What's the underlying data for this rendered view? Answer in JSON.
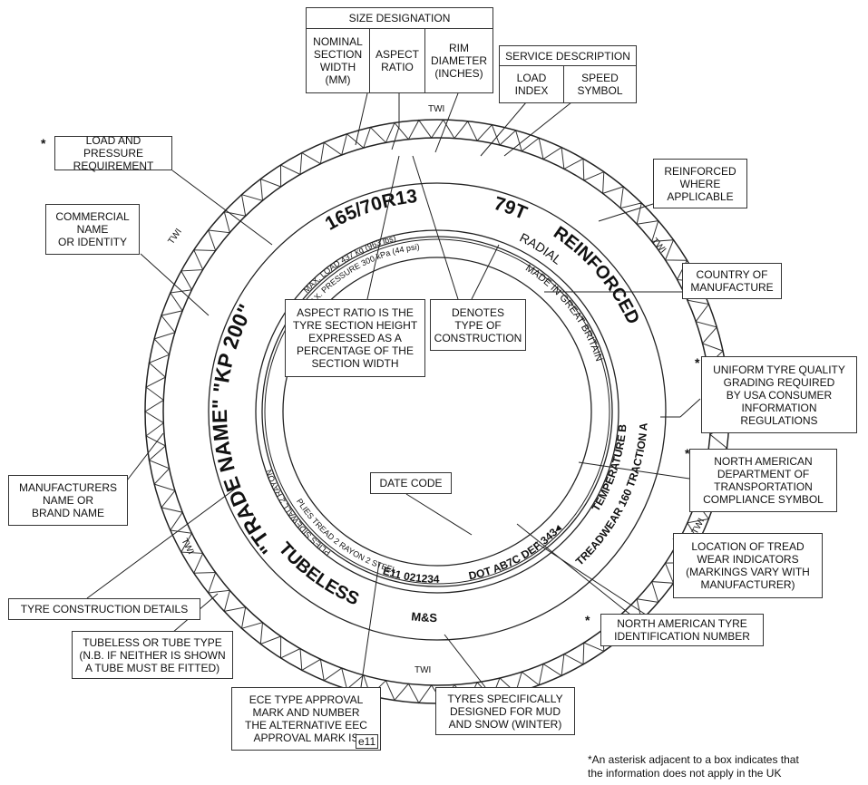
{
  "tyre_markings": {
    "size": "165/70R13",
    "service": "79T",
    "reinforced": "REINFORCED",
    "radial": "RADIAL",
    "country": "MADE IN GREAT BRITAIN",
    "max_load": "MAX. LOAD 437 kg (963 lbs)",
    "max_pressure": "MAX. PRESSURE 300 kPa (44 psi)",
    "trade_name": "\"TRADE NAME\" \"KP 200\"",
    "plies": "PLIES SIDEWALL 2 RAYON",
    "plies_tread": "PLIES TREAD 2 RAYON 2 STEEL",
    "tubeless": "TUBELESS",
    "ms": "M&S",
    "ece": "E11 021234",
    "dot": "DOT AB7C DEF 343◂",
    "treadwear": "TREADWEAR 160 TRACTION A",
    "temperature": "TEMPERATURE B",
    "twi": "TWI"
  },
  "boxes": {
    "size_designation": "SIZE DESIGNATION",
    "nominal_width": "NOMINAL\nSECTION\nWIDTH\n(MM)",
    "aspect_ratio": "ASPECT\nRATIO",
    "rim_diameter": "RIM\nDIAMETER\n(INCHES)",
    "service_description": "SERVICE DESCRIPTION",
    "load_index": "LOAD\nINDEX",
    "speed_symbol": "SPEED\nSYMBOL",
    "load_pressure": "LOAD AND PRESSURE\nREQUIREMENT",
    "commercial_name": "COMMERCIAL\nNAME\nOR IDENTITY",
    "reinforced_where": "REINFORCED\nWHERE\nAPPLICABLE",
    "country_of_manufacture": "COUNTRY OF\nMANUFACTURE",
    "aspect_ratio_note": "ASPECT RATIO IS THE\nTYRE SECTION HEIGHT\nEXPRESSED AS A\nPERCENTAGE OF THE\nSECTION WIDTH",
    "construction_type": "DENOTES\nTYPE OF\nCONSTRUCTION",
    "utqg": "UNIFORM TYRE QUALITY\nGRADING REQUIRED\nBY USA CONSUMER\nINFORMATION\nREGULATIONS",
    "dot_symbol": "NORTH AMERICAN\nDEPARTMENT OF\nTRANSPORTATION\nCOMPLIANCE SYMBOL",
    "manufacturer_name": "MANUFACTURERS\nNAME OR\nBRAND NAME",
    "date_code": "DATE CODE",
    "tread_wear": "LOCATION OF TREAD\nWEAR INDICATORS\n(MARKINGS VARY WITH\nMANUFACTURER)",
    "construction_details": "TYRE CONSTRUCTION DETAILS",
    "tubeless_or_tube": "TUBELESS OR TUBE TYPE\n(N.B. IF NEITHER IS SHOWN\nA TUBE MUST BE FITTED)",
    "na_tyre_id": "NORTH AMERICAN TYRE\nIDENTIFICATION NUMBER",
    "ece_approval": "ECE TYPE APPROVAL\nMARK AND NUMBER\nTHE ALTERNATIVE EEC\nAPPROVAL MARK IS",
    "e11": "e11",
    "mud_snow": "TYRES SPECIFICALLY\nDESIGNED FOR MUD\nAND SNOW (WINTER)"
  },
  "asterisk": "*",
  "footnote": "*An asterisk adjacent to a box indicates that\nthe information does not apply in the UK"
}
